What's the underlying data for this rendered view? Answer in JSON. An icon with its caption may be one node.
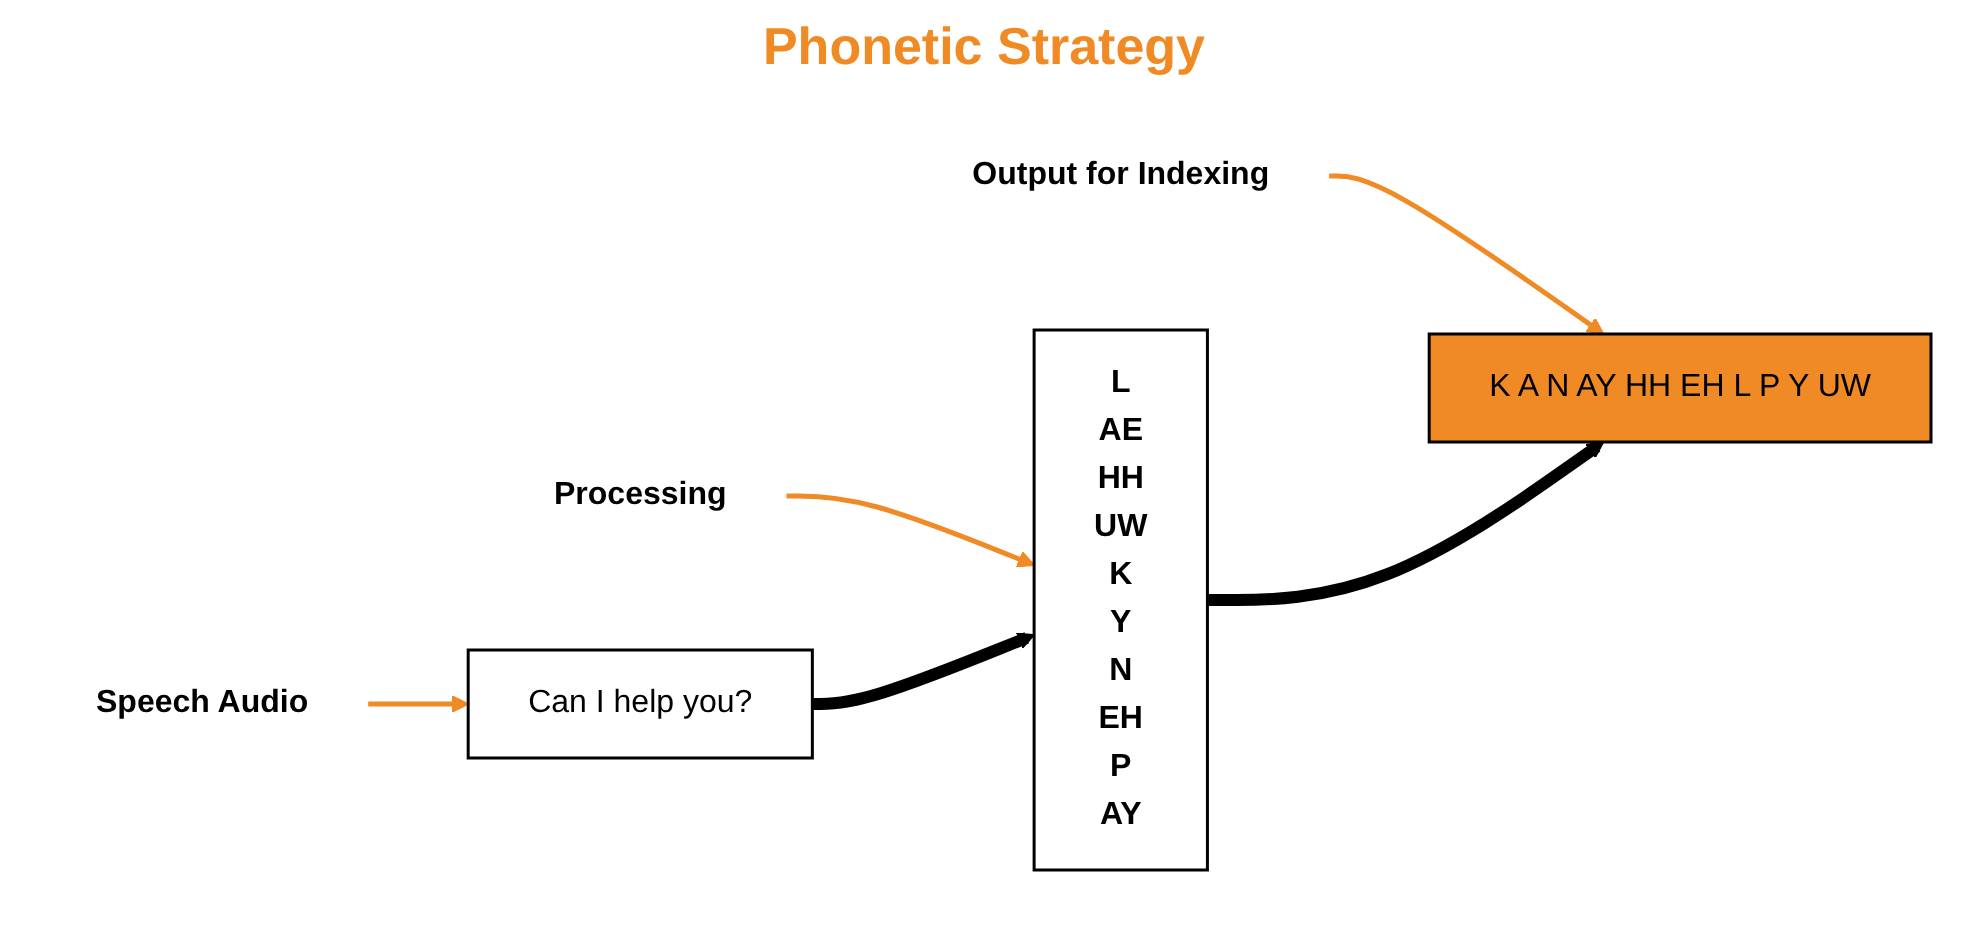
{
  "diagram": {
    "title": "Phonetic Strategy",
    "nodes": [
      {
        "text": [
          "Speech Audio"
        ]
      },
      {
        "text": [
          "Can I help you?"
        ]
      },
      {
        "text": [
          "Processing"
        ]
      },
      {
        "text": [
          "L",
          "AE",
          "HH",
          "UW",
          "K",
          "Y",
          "N",
          "EH",
          "P",
          "AY"
        ]
      },
      {
        "text": [
          "Output for Indexing"
        ]
      },
      {
        "text": [
          "K A N AY HH EH L P Y UW"
        ]
      }
    ],
    "edges": [
      {
        "from": 0,
        "to": 1,
        "arrow": "to"
      },
      {
        "from": 2,
        "to": 3,
        "arrow": "to"
      },
      {
        "from": 4,
        "to": 5,
        "arrow": "to"
      },
      {
        "from": 1,
        "to": 3,
        "arrow": "to",
        "style": "thick",
        "color": "#000000"
      },
      {
        "from": 3,
        "to": 5,
        "arrow": "to",
        "style": "thick",
        "color": "#000000"
      }
    ]
  }
}
